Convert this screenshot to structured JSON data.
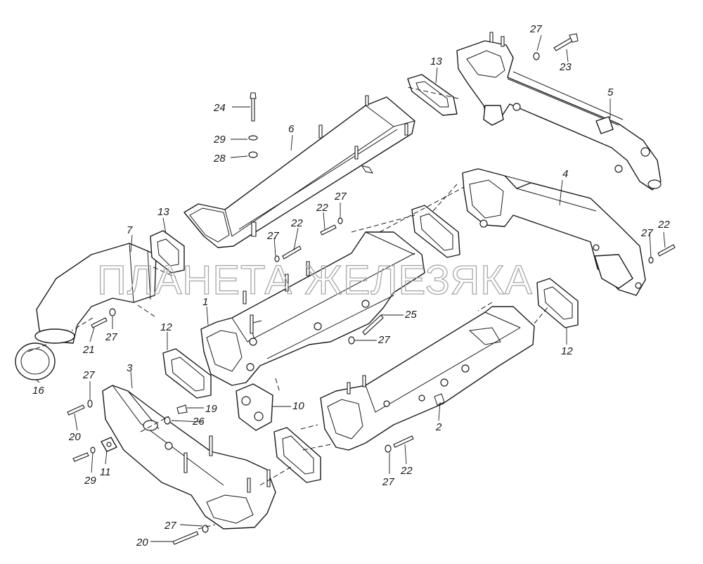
{
  "watermark": "ПЛАНЕТА ЖЕЛЕЗЯКА",
  "callouts": [
    {
      "id": "c-27a",
      "label": "27"
    },
    {
      "id": "c-23",
      "label": "23"
    },
    {
      "id": "c-13a",
      "label": "13"
    },
    {
      "id": "c-5",
      "label": "5"
    },
    {
      "id": "c-24",
      "label": "24"
    },
    {
      "id": "c-6",
      "label": "6"
    },
    {
      "id": "c-29a",
      "label": "29"
    },
    {
      "id": "c-28",
      "label": "28"
    },
    {
      "id": "c-4",
      "label": "4"
    },
    {
      "id": "c-27b",
      "label": "27"
    },
    {
      "id": "c-22a",
      "label": "22"
    },
    {
      "id": "c-13b",
      "label": "13"
    },
    {
      "id": "c-7",
      "label": "7"
    },
    {
      "id": "c-27c",
      "label": "27"
    },
    {
      "id": "c-22b",
      "label": "22"
    },
    {
      "id": "c-27d",
      "label": "27"
    },
    {
      "id": "c-22c",
      "label": "22"
    },
    {
      "id": "c-1",
      "label": "1"
    },
    {
      "id": "c-25",
      "label": "25"
    },
    {
      "id": "c-21",
      "label": "21"
    },
    {
      "id": "c-27e",
      "label": "27"
    },
    {
      "id": "c-12a",
      "label": "12"
    },
    {
      "id": "c-27f",
      "label": "27"
    },
    {
      "id": "c-12b",
      "label": "12"
    },
    {
      "id": "c-16",
      "label": "16"
    },
    {
      "id": "c-3",
      "label": "3"
    },
    {
      "id": "c-27g",
      "label": "27"
    },
    {
      "id": "c-19",
      "label": "19"
    },
    {
      "id": "c-26",
      "label": "26"
    },
    {
      "id": "c-10",
      "label": "10"
    },
    {
      "id": "c-2",
      "label": "2"
    },
    {
      "id": "c-20a",
      "label": "20"
    },
    {
      "id": "c-29b",
      "label": "29"
    },
    {
      "id": "c-11",
      "label": "11"
    },
    {
      "id": "c-22d",
      "label": "22"
    },
    {
      "id": "c-27h",
      "label": "27"
    },
    {
      "id": "c-27i",
      "label": "27"
    },
    {
      "id": "c-20b",
      "label": "20"
    }
  ]
}
